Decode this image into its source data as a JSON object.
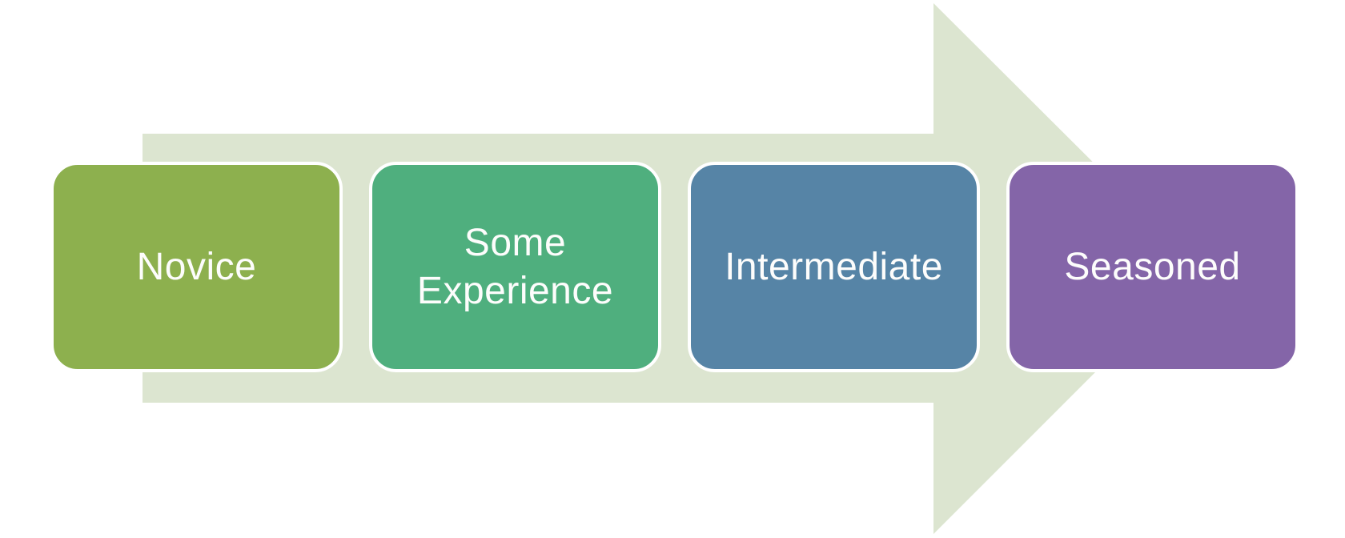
{
  "diagram": {
    "type": "process-arrow",
    "direction": "right",
    "background_color": "#ffffff",
    "arrow": {
      "name": "progression-arrow",
      "color": "#dce5d0"
    },
    "text_color": "#fdfdfc",
    "stages": [
      {
        "label": "Novice",
        "color": "#8db04e"
      },
      {
        "label": "Some Experience",
        "color": "#4faf7e"
      },
      {
        "label": "Intermediate",
        "color": "#5684a6"
      },
      {
        "label": "Seasoned",
        "color": "#8465a8"
      }
    ]
  }
}
